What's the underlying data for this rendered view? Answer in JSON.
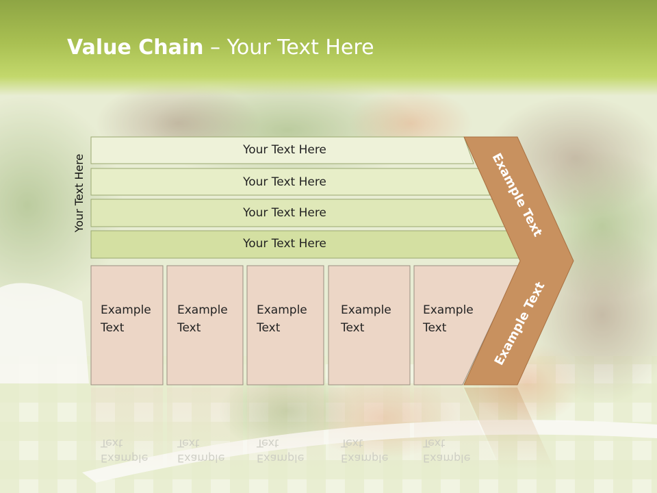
{
  "title": {
    "bold": "Value Chain",
    "rest": " – Your Text Here"
  },
  "side_label": "Your Text Here",
  "bands": [
    {
      "label": "Your Text Here"
    },
    {
      "label": "Your Text Here"
    },
    {
      "label": "Your Text Here"
    },
    {
      "label": "Your Text Here"
    }
  ],
  "boxes": [
    {
      "line1": "Example",
      "line2": "Text"
    },
    {
      "line1": "Example",
      "line2": "Text"
    },
    {
      "line1": "Example",
      "line2": "Text"
    },
    {
      "line1": "Example",
      "line2": "Text"
    },
    {
      "line1": "Example",
      "line2": "Text"
    }
  ],
  "chevron": {
    "upper": "Example Text",
    "lower": "Example Text"
  },
  "colors": {
    "header_green": "#a9c052",
    "band_light": "#eef2d9",
    "band_dark": "#d4e0a2",
    "box_fill": "#ecd6c6",
    "chevron_fill": "#c8915f"
  }
}
